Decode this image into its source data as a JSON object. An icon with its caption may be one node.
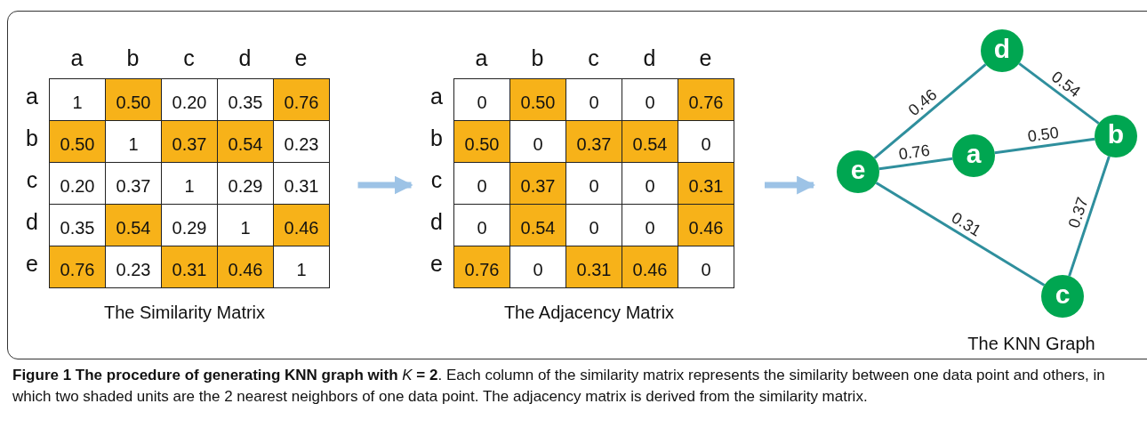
{
  "diagram": {
    "caption": "**Figure 1 The procedure of generating KNN graph with** *K* **= 2**. Each column of the similarity matrix represents the similarity between one data point and others, in which two shaded units are the 2 nearest neighbors of one data point. The adjacency matrix is derived from the similarity matrix.",
    "nodes": [
      {
        "text": [
          "The Similarity Matrix"
        ]
      },
      {
        "text": [
          "The Adjacency Matrix"
        ]
      },
      {
        "text": [
          "The KNN Graph"
        ]
      },
      {
        "text": [
          "d"
        ],
        "in": 2
      },
      {
        "text": [
          "e"
        ],
        "in": 2
      },
      {
        "text": [
          "a"
        ],
        "in": 2
      },
      {
        "text": [
          "b"
        ],
        "in": 2
      },
      {
        "text": [
          "c"
        ],
        "in": 2
      }
    ],
    "edges": [
      {
        "from": 0,
        "to": 1,
        "arrow": "to",
        "style": "thick",
        "color": "#9dc3e6"
      },
      {
        "from": 1,
        "to": 2,
        "arrow": "to",
        "style": "thick",
        "color": "#9dc3e6"
      },
      {
        "from": 4,
        "to": 3,
        "arrow": "none",
        "label": "0.46"
      },
      {
        "from": 3,
        "to": 6,
        "arrow": "none",
        "label": "0.54"
      },
      {
        "from": 4,
        "to": 5,
        "arrow": "none",
        "label": "0.76"
      },
      {
        "from": 5,
        "to": 6,
        "arrow": "none",
        "label": "0.50"
      },
      {
        "from": 4,
        "to": 7,
        "arrow": "none",
        "label": "0.31"
      },
      {
        "from": 6,
        "to": 7,
        "arrow": "none",
        "label": "0.37"
      }
    ],
    "labels": [
      "a",
      "b",
      "c",
      "d",
      "e",
      "a",
      "1",
      "0.50",
      "0.20",
      "0.35",
      "0.76",
      "b",
      "0.50",
      "1",
      "0.37",
      "0.54",
      "0.23",
      "c",
      "0.20",
      "0.37",
      "1",
      "0.29",
      "0.31",
      "d",
      "0.35",
      "0.54",
      "0.29",
      "1",
      "0.46",
      "e",
      "0.76",
      "0.23",
      "0.31",
      "0.46",
      "1",
      "a",
      "b",
      "c",
      "d",
      "e",
      "a",
      "0",
      "0.50",
      "0",
      "0",
      "0.76",
      "b",
      "0.50",
      "0",
      "0.37",
      "0.54",
      "0",
      "c",
      "0",
      "0.37",
      "0",
      "0",
      "0.31",
      "d",
      "0",
      "0.54",
      "0",
      "0",
      "0.46",
      "e",
      "0.76",
      "0",
      "0.31",
      "0.46",
      "0"
    ]
  }
}
